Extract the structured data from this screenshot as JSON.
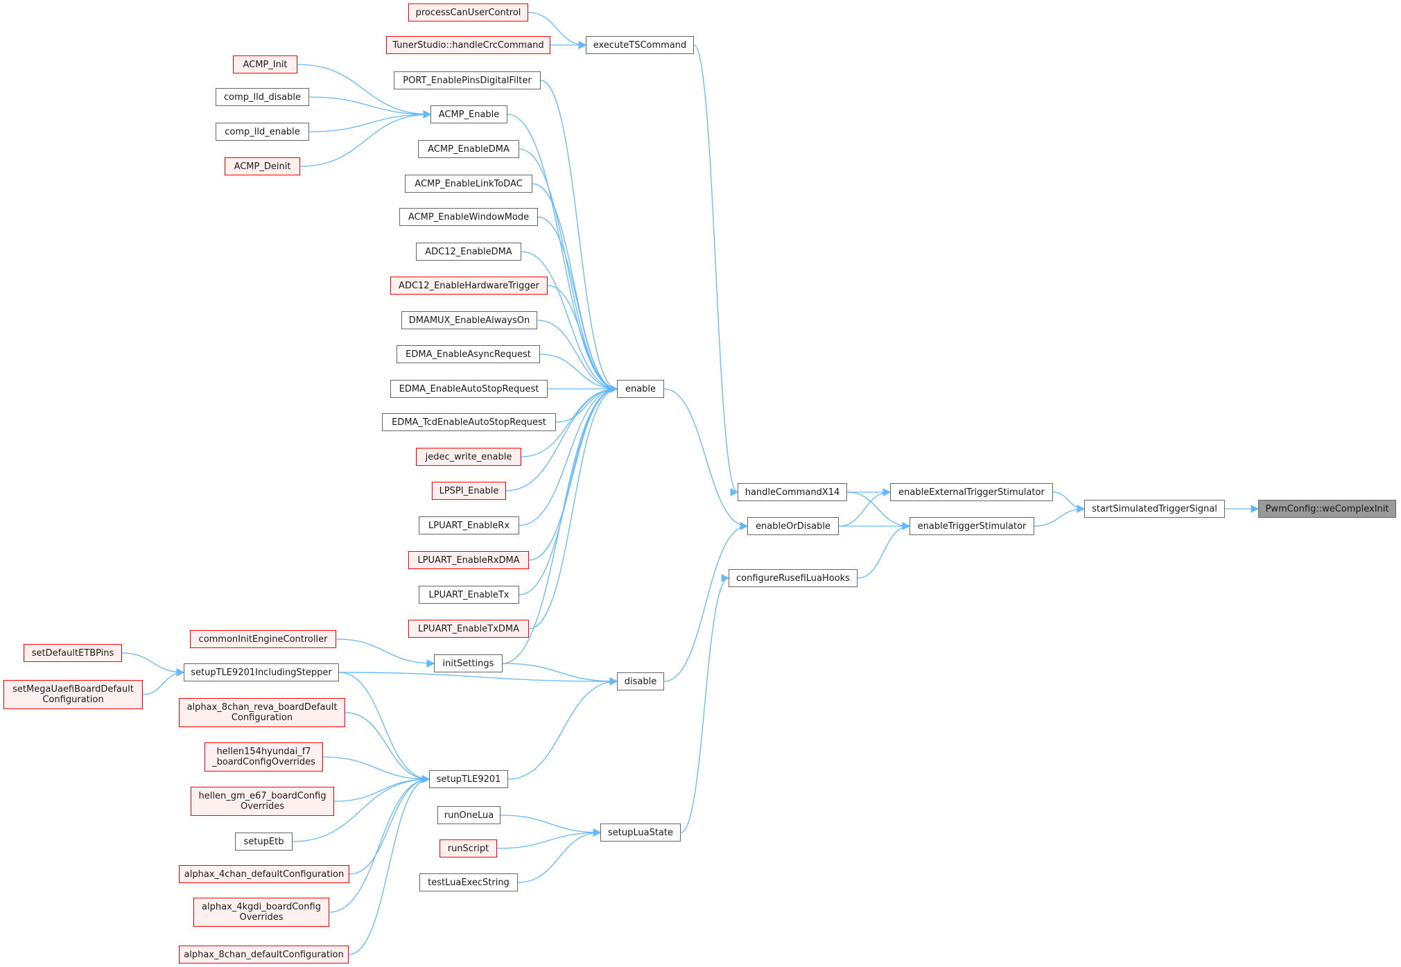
{
  "colors": {
    "edge": "#63b8ff",
    "plain_border": "#666666",
    "red_border": "#ff0000",
    "red_fill": "#fff0f0",
    "root_fill": "#999999"
  },
  "nodes": [
    {
      "id": "processCanUserControl",
      "label": "processCanUserControl",
      "style": "red"
    },
    {
      "id": "tunerHandleCrc",
      "label": "TunerStudio::handleCrcCommand",
      "style": "red"
    },
    {
      "id": "executeTSCommand",
      "label": "executeTSCommand",
      "style": "plain"
    },
    {
      "id": "ACMP_Init",
      "label": "ACMP_Init",
      "style": "red"
    },
    {
      "id": "PORT_EnablePinsDigitalFilter",
      "label": "PORT_EnablePinsDigitalFilter",
      "style": "plain"
    },
    {
      "id": "comp_lld_disable",
      "label": "comp_lld_disable",
      "style": "plain"
    },
    {
      "id": "ACMP_Enable",
      "label": "ACMP_Enable",
      "style": "plain"
    },
    {
      "id": "comp_lld_enable",
      "label": "comp_lld_enable",
      "style": "plain"
    },
    {
      "id": "ACMP_Deinit",
      "label": "ACMP_Deinit",
      "style": "red"
    },
    {
      "id": "ACMP_EnableDMA",
      "label": "ACMP_EnableDMA",
      "style": "plain"
    },
    {
      "id": "ACMP_EnableLinkToDAC",
      "label": "ACMP_EnableLinkToDAC",
      "style": "plain"
    },
    {
      "id": "ACMP_EnableWindowMode",
      "label": "ACMP_EnableWindowMode",
      "style": "plain"
    },
    {
      "id": "ADC12_EnableDMA",
      "label": "ADC12_EnableDMA",
      "style": "plain"
    },
    {
      "id": "ADC12_EnableHardwareTrigger",
      "label": "ADC12_EnableHardwareTrigger",
      "style": "red"
    },
    {
      "id": "DMAMUX_EnableAlwaysOn",
      "label": "DMAMUX_EnableAlwaysOn",
      "style": "plain"
    },
    {
      "id": "EDMA_EnableAsyncRequest",
      "label": "EDMA_EnableAsyncRequest",
      "style": "plain"
    },
    {
      "id": "EDMA_EnableAutoStopRequest",
      "label": "EDMA_EnableAutoStopRequest",
      "style": "plain"
    },
    {
      "id": "enable",
      "label": "enable",
      "style": "plain"
    },
    {
      "id": "EDMA_TcdEnableAutoStopRequest",
      "label": "EDMA_TcdEnableAutoStopRequest",
      "style": "plain"
    },
    {
      "id": "jedec_write_enable",
      "label": "jedec_write_enable",
      "style": "red"
    },
    {
      "id": "LPSPI_Enable",
      "label": "LPSPI_Enable",
      "style": "red"
    },
    {
      "id": "LPUART_EnableRx",
      "label": "LPUART_EnableRx",
      "style": "plain"
    },
    {
      "id": "LPUART_EnableRxDMA",
      "label": "LPUART_EnableRxDMA",
      "style": "red"
    },
    {
      "id": "LPUART_EnableTx",
      "label": "LPUART_EnableTx",
      "style": "plain"
    },
    {
      "id": "LPUART_EnableTxDMA",
      "label": "LPUART_EnableTxDMA",
      "style": "red"
    },
    {
      "id": "handleCommandX14",
      "label": "handleCommandX14",
      "style": "plain"
    },
    {
      "id": "enableExternalTriggerStimulator",
      "label": "enableExternalTriggerStimulator",
      "style": "plain"
    },
    {
      "id": "startSimulatedTriggerSignal",
      "label": "startSimulatedTriggerSignal",
      "style": "plain"
    },
    {
      "id": "weComplexInit",
      "label": "PwmConfig::weComplexInit",
      "style": "root"
    },
    {
      "id": "enableOrDisable",
      "label": "enableOrDisable",
      "style": "plain"
    },
    {
      "id": "enableTriggerStimulator",
      "label": "enableTriggerStimulator",
      "style": "plain"
    },
    {
      "id": "configureRusefiLuaHooks",
      "label": "configureRusefiLuaHooks",
      "style": "plain"
    },
    {
      "id": "commonInitEngineController",
      "label": "commonInitEngineController",
      "style": "red"
    },
    {
      "id": "setDefaultETBPins",
      "label": "setDefaultETBPins",
      "style": "red"
    },
    {
      "id": "initSettings",
      "label": "initSettings",
      "style": "plain"
    },
    {
      "id": "setupTLE9201IncludingStepper",
      "label": "setupTLE9201IncludingStepper",
      "style": "plain"
    },
    {
      "id": "disable",
      "label": "disable",
      "style": "plain"
    },
    {
      "id": "setMegaUaefi",
      "label": "setMegaUaefiBoardDefault\nConfiguration",
      "style": "red"
    },
    {
      "id": "alphax_8chan_reva",
      "label": "alphax_8chan_reva_boardDefault\nConfiguration",
      "style": "red"
    },
    {
      "id": "hellen154hyundai",
      "label": "hellen154hyundai_f7\n_boardConfigOverrides",
      "style": "red"
    },
    {
      "id": "setupTLE9201",
      "label": "setupTLE9201",
      "style": "plain"
    },
    {
      "id": "hellen_gm_e67",
      "label": "hellen_gm_e67_boardConfig\nOverrides",
      "style": "red"
    },
    {
      "id": "runOneLua",
      "label": "runOneLua",
      "style": "plain"
    },
    {
      "id": "setupEtb",
      "label": "setupEtb",
      "style": "plain"
    },
    {
      "id": "setupLuaState",
      "label": "setupLuaState",
      "style": "plain"
    },
    {
      "id": "runScript",
      "label": "runScript",
      "style": "red"
    },
    {
      "id": "alphax_4chan_defaultConfiguration",
      "label": "alphax_4chan_defaultConfiguration",
      "style": "red"
    },
    {
      "id": "testLuaExecString",
      "label": "testLuaExecString",
      "style": "plain"
    },
    {
      "id": "alphax_4kgdi",
      "label": "alphax_4kgdi_boardConfig\nOverrides",
      "style": "red"
    },
    {
      "id": "alphax_8chan_defaultConfiguration",
      "label": "alphax_8chan_defaultConfiguration",
      "style": "red"
    }
  ],
  "edges": [
    [
      "processCanUserControl",
      "executeTSCommand"
    ],
    [
      "tunerHandleCrc",
      "executeTSCommand"
    ],
    [
      "executeTSCommand",
      "handleCommandX14"
    ],
    [
      "ACMP_Init",
      "ACMP_Enable"
    ],
    [
      "comp_lld_disable",
      "ACMP_Enable"
    ],
    [
      "comp_lld_enable",
      "ACMP_Enable"
    ],
    [
      "ACMP_Deinit",
      "ACMP_Enable"
    ],
    [
      "PORT_EnablePinsDigitalFilter",
      "enable"
    ],
    [
      "ACMP_Enable",
      "enable"
    ],
    [
      "ACMP_EnableDMA",
      "enable"
    ],
    [
      "ACMP_EnableLinkToDAC",
      "enable"
    ],
    [
      "ACMP_EnableWindowMode",
      "enable"
    ],
    [
      "ADC12_EnableDMA",
      "enable"
    ],
    [
      "ADC12_EnableHardwareTrigger",
      "enable"
    ],
    [
      "DMAMUX_EnableAlwaysOn",
      "enable"
    ],
    [
      "EDMA_EnableAsyncRequest",
      "enable"
    ],
    [
      "EDMA_EnableAutoStopRequest",
      "enable"
    ],
    [
      "EDMA_TcdEnableAutoStopRequest",
      "enable"
    ],
    [
      "jedec_write_enable",
      "enable"
    ],
    [
      "LPSPI_Enable",
      "enable"
    ],
    [
      "LPUART_EnableRx",
      "enable"
    ],
    [
      "LPUART_EnableRxDMA",
      "enable"
    ],
    [
      "LPUART_EnableTx",
      "enable"
    ],
    [
      "LPUART_EnableTxDMA",
      "enable"
    ],
    [
      "initSettings",
      "enable"
    ],
    [
      "enable",
      "enableOrDisable"
    ],
    [
      "disable",
      "enableOrDisable"
    ],
    [
      "handleCommandX14",
      "enableExternalTriggerStimulator"
    ],
    [
      "handleCommandX14",
      "enableTriggerStimulator"
    ],
    [
      "enableOrDisable",
      "enableExternalTriggerStimulator"
    ],
    [
      "enableOrDisable",
      "enableTriggerStimulator"
    ],
    [
      "configureRusefiLuaHooks",
      "enableTriggerStimulator"
    ],
    [
      "enableExternalTriggerStimulator",
      "startSimulatedTriggerSignal"
    ],
    [
      "enableTriggerStimulator",
      "startSimulatedTriggerSignal"
    ],
    [
      "startSimulatedTriggerSignal",
      "weComplexInit"
    ],
    [
      "commonInitEngineController",
      "initSettings"
    ],
    [
      "initSettings",
      "disable"
    ],
    [
      "setupTLE9201IncludingStepper",
      "disable"
    ],
    [
      "setupTLE9201",
      "disable"
    ],
    [
      "setDefaultETBPins",
      "setupTLE9201IncludingStepper"
    ],
    [
      "setMegaUaefi",
      "setupTLE9201IncludingStepper"
    ],
    [
      "setupTLE9201IncludingStepper",
      "setupTLE9201"
    ],
    [
      "alphax_8chan_reva",
      "setupTLE9201"
    ],
    [
      "hellen154hyundai",
      "setupTLE9201"
    ],
    [
      "hellen_gm_e67",
      "setupTLE9201"
    ],
    [
      "setupEtb",
      "setupTLE9201"
    ],
    [
      "alphax_4chan_defaultConfiguration",
      "setupTLE9201"
    ],
    [
      "alphax_4kgdi",
      "setupTLE9201"
    ],
    [
      "alphax_8chan_defaultConfiguration",
      "setupTLE9201"
    ],
    [
      "runOneLua",
      "setupLuaState"
    ],
    [
      "runScript",
      "setupLuaState"
    ],
    [
      "testLuaExecString",
      "setupLuaState"
    ],
    [
      "setupLuaState",
      "configureRusefiLuaHooks"
    ]
  ]
}
